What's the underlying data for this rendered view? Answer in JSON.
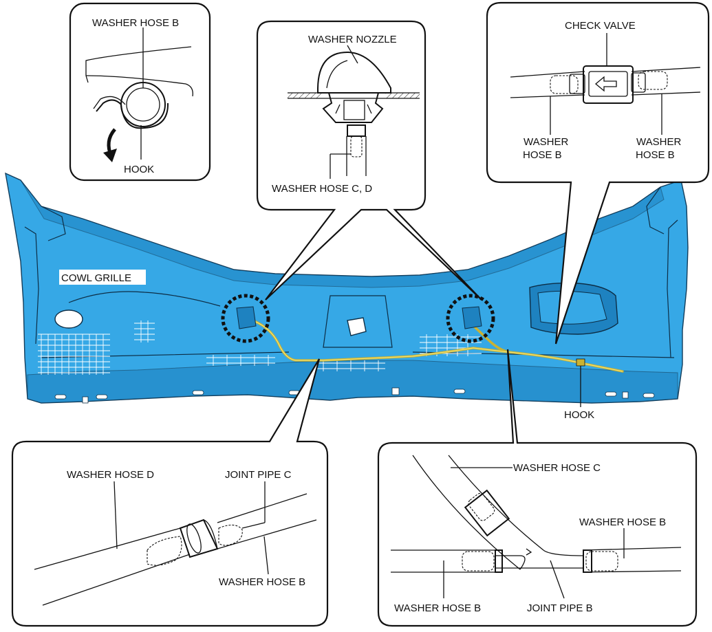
{
  "labels": {
    "cowl_grille": "COWL GRILLE",
    "hook_detail_hose": "WASHER HOSE B",
    "hook_detail_hook": "HOOK",
    "nozzle_title": "WASHER NOZZLE",
    "nozzle_hose": "WASHER HOSE C, D",
    "check_valve": "CHECK VALVE",
    "check_left_1": "WASHER",
    "check_left_2": "HOSE B",
    "check_right_1": "WASHER",
    "check_right_2": "HOSE B",
    "hook_main": "HOOK",
    "joint_c_hose_d": "WASHER HOSE D",
    "joint_c_pipe": "JOINT PIPE C",
    "joint_c_hose_b": "WASHER HOSE B",
    "joint_b_hose_c": "WASHER HOSE C",
    "joint_b_hose_b_right": "WASHER HOSE B",
    "joint_b_hose_b_left": "WASHER HOSE B",
    "joint_b_pipe": "JOINT PIPE B"
  },
  "colors": {
    "cowl_grille": "#36a8e6",
    "washer_hose": "#c9b233",
    "outline": "#111111"
  }
}
